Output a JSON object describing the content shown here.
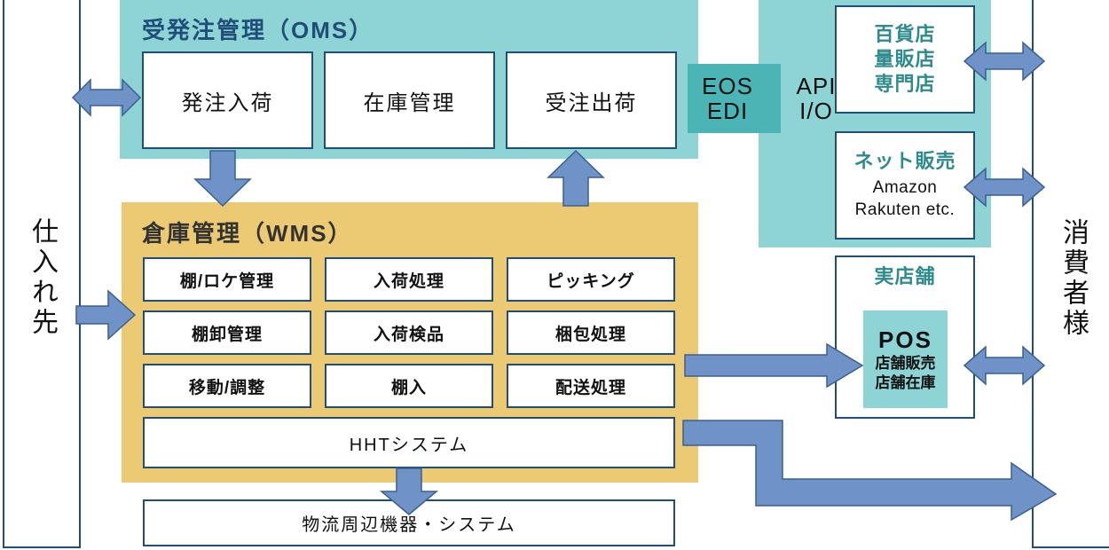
{
  "diagram": {
    "title_oms": "受発注管理（OMS）",
    "title_wms": "倉庫管理（WMS）",
    "left_channel_label": "仕入れ先",
    "right_channel_label": "消費者様",
    "colors": {
      "oms_panel": "#8ed4d4",
      "wms_panel": "#ecca73",
      "api_panel": "#8ed4d4",
      "eos_block": "#4bb5b5",
      "arrow_fill": "#6f93c6",
      "arrow_stroke": "#3c5f92",
      "card_border": "#1f4e79",
      "title_navy": "#1f4e79",
      "teal_text": "#2e8b8b"
    }
  },
  "oms": {
    "cards": [
      {
        "label": "発注入荷"
      },
      {
        "label": "在庫管理"
      },
      {
        "label": "受注出荷"
      }
    ]
  },
  "interfaces": {
    "eos_line1": "EOS",
    "eos_line2": "EDI",
    "api_line1": "API",
    "api_line2": "I/O"
  },
  "channels": [
    {
      "name": "retail-stores",
      "head": "百貨店\n量販店\n専門店",
      "head_lines": [
        "百貨店",
        "量販店",
        "専門店"
      ],
      "sub_lines": []
    },
    {
      "name": "net-sales",
      "head": "ネット販売",
      "head_lines": [
        "ネット販売"
      ],
      "sub_lines": [
        "Amazon",
        "Rakuten  etc."
      ]
    },
    {
      "name": "physical-store",
      "head": "実店舗",
      "head_lines": [
        "実店舗"
      ],
      "pos_title": "POS",
      "pos_sub_lines": [
        "店舗販売",
        "店舗在庫"
      ]
    }
  ],
  "wms": {
    "cards": [
      {
        "label": "棚/ロケ管理"
      },
      {
        "label": "入荷処理"
      },
      {
        "label": "ピッキング"
      },
      {
        "label": "棚卸管理"
      },
      {
        "label": "入荷検品"
      },
      {
        "label": "梱包処理"
      },
      {
        "label": "移動/調整"
      },
      {
        "label": "棚入"
      },
      {
        "label": "配送処理"
      }
    ],
    "hht_label": "HHTシステム"
  },
  "bottom": {
    "logistics_label": "物流周辺機器・システム"
  }
}
